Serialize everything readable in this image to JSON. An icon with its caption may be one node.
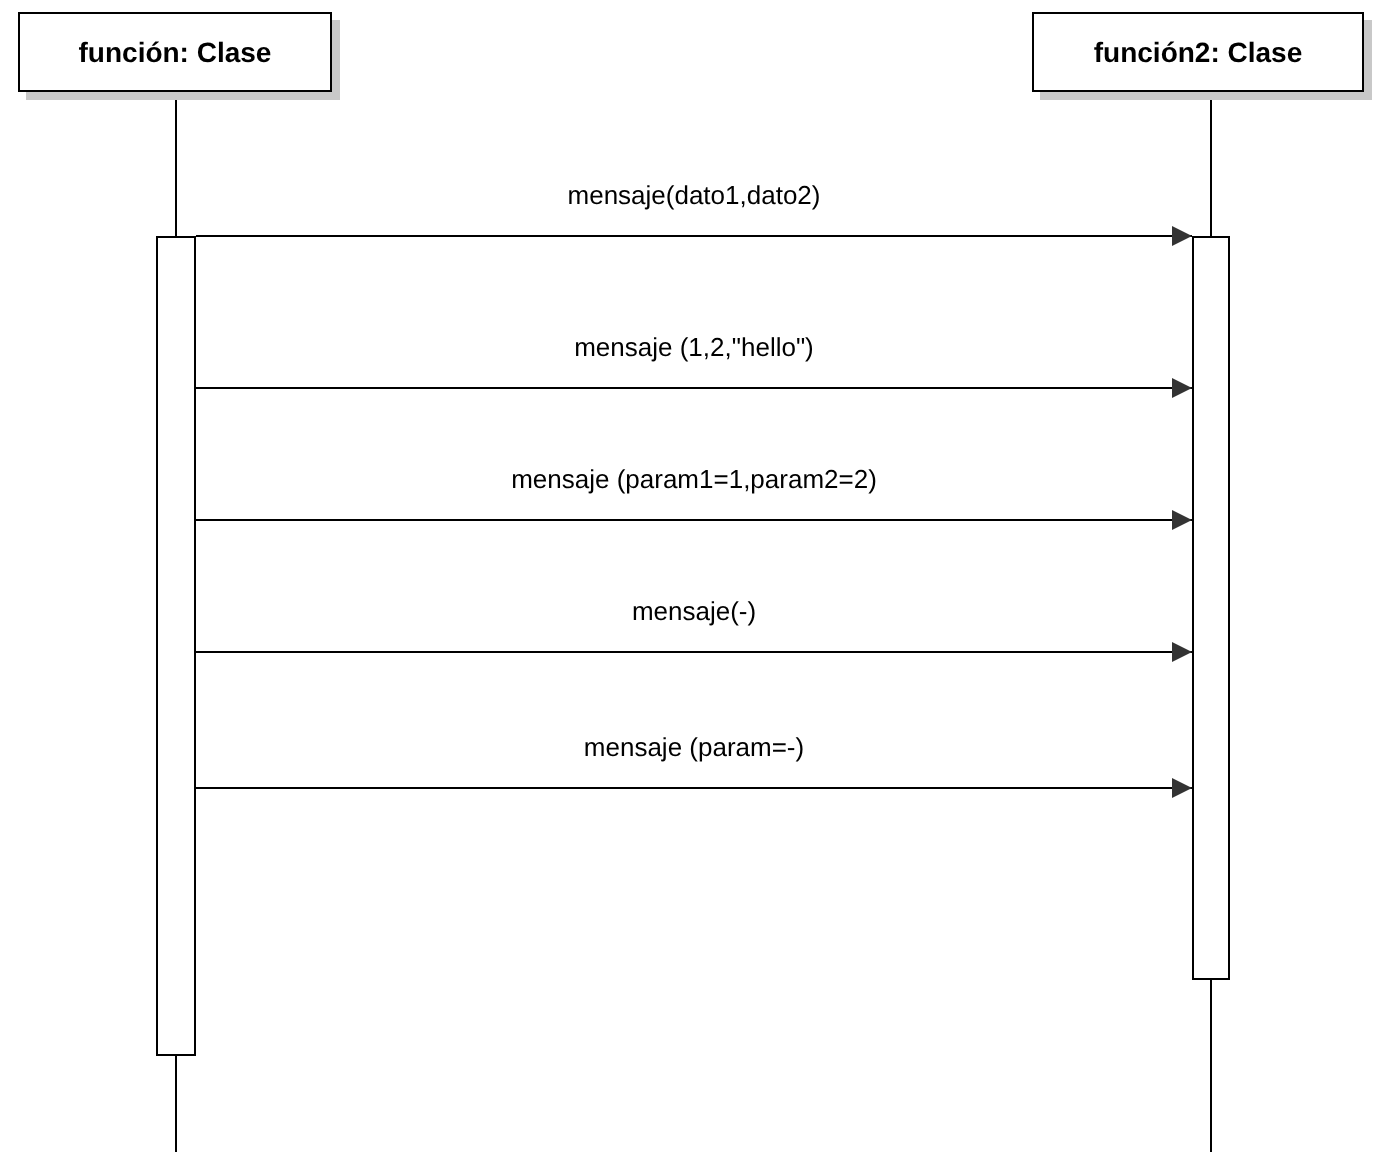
{
  "diagram": {
    "nodes": [
      {
        "text": [
          "función: Clase"
        ]
      },
      {
        "text": [
          "función2: Clase"
        ]
      },
      {
        "text": [],
        "shape": "bar"
      },
      {
        "text": [],
        "shape": "bar"
      }
    ],
    "edges": [
      {
        "from": 0,
        "to": 2,
        "arrow": "none"
      },
      {
        "from": 1,
        "to": 3,
        "arrow": "none"
      },
      {
        "from": 2,
        "to": null,
        "arrow": "none"
      },
      {
        "from": 3,
        "to": null,
        "arrow": "none"
      },
      {
        "from": 2,
        "to": 3,
        "arrow": "to",
        "label": "mensaje(dato1,dato2)"
      },
      {
        "from": 2,
        "to": 3,
        "arrow": "to",
        "label": "mensaje (1,2,\"hello\")"
      },
      {
        "from": 2,
        "to": 3,
        "arrow": "to",
        "label": "mensaje (param1=1,param2=2)"
      },
      {
        "from": 2,
        "to": 3,
        "arrow": "to",
        "label": "mensaje(-)"
      },
      {
        "from": 2,
        "to": 3,
        "arrow": "to",
        "label": "mensaje (param=-)"
      }
    ]
  }
}
